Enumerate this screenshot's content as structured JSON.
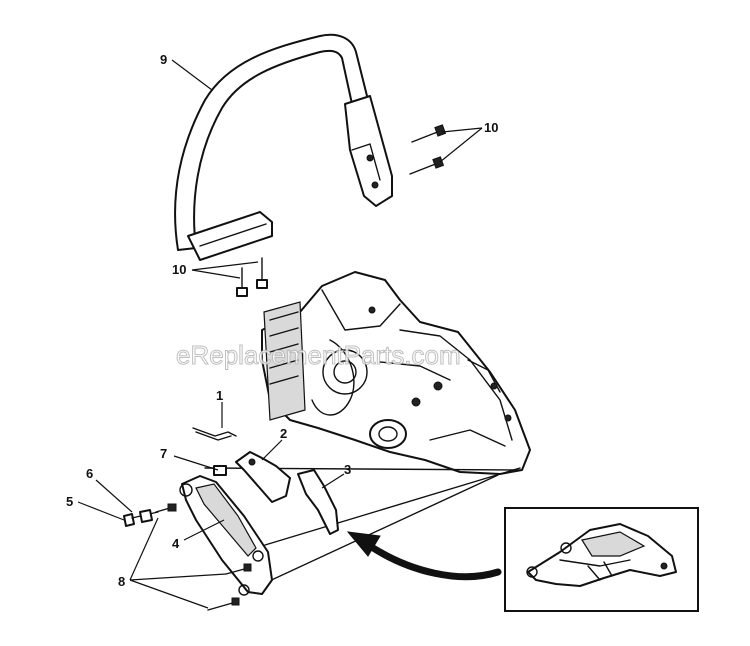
{
  "watermark": "eReplacementParts.com",
  "callouts": {
    "c1": "1",
    "c2": "2",
    "c3": "3",
    "c4": "4",
    "c5": "5",
    "c6": "6",
    "c7": "7",
    "c8": "8",
    "c9": "9",
    "c10a": "10",
    "c10b": "10"
  }
}
